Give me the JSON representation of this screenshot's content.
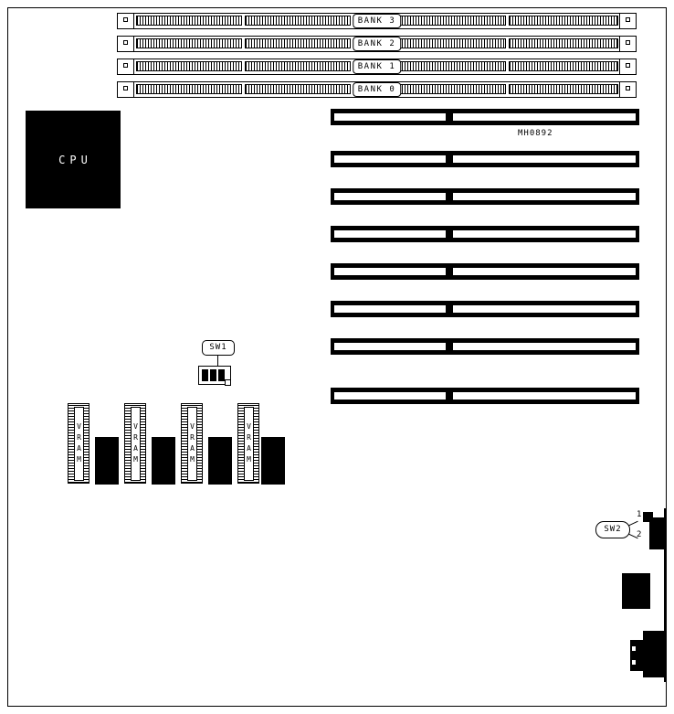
{
  "board": {
    "part_number": "MH0892",
    "cpu_label": "CPU"
  },
  "memory_banks": [
    {
      "label": "BANK 3"
    },
    {
      "label": "BANK 2"
    },
    {
      "label": "BANK 1"
    },
    {
      "label": "BANK 0"
    }
  ],
  "expansion": {
    "slot_count": 8
  },
  "switches": {
    "sw1_label": "SW1",
    "sw2_label": "SW2",
    "sw2_pin_top": "1",
    "sw2_pin_bottom": "2"
  },
  "vram_chips": [
    {
      "label": "VRAM"
    },
    {
      "label": "VRAM"
    },
    {
      "label": "VRAM"
    },
    {
      "label": "VRAM"
    }
  ],
  "colors": {
    "ink": "#000000",
    "paper": "#ffffff"
  }
}
